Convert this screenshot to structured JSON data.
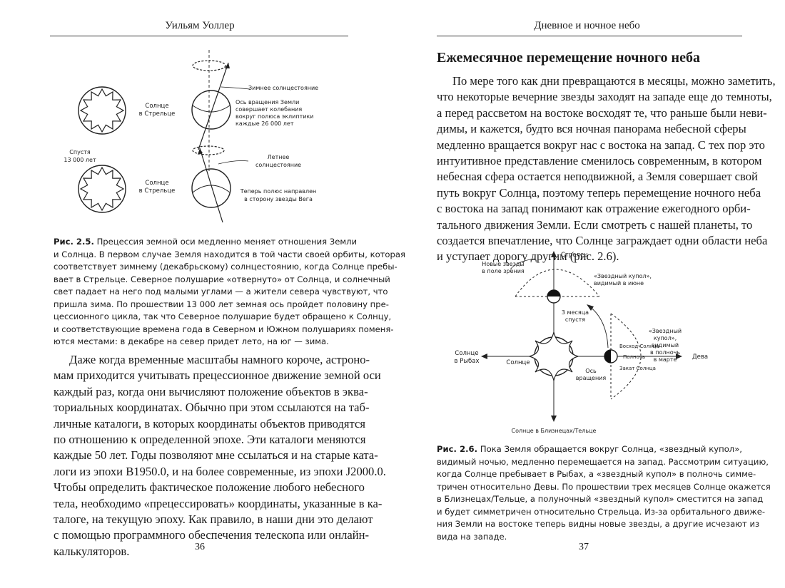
{
  "left_page": {
    "running_head": "Уильям Уоллер",
    "page_number": "36",
    "figure": {
      "label_sun_1": [
        "Солнце",
        "в Стрельце"
      ],
      "label_winter": "Зимнее солнцестояние",
      "label_axis": [
        "Ось вращения Земли",
        "совершает колебания",
        "вокруг полюса эклиптики",
        "каждые 26 000 лет"
      ],
      "label_after": [
        "Спустя",
        "13 000 лет"
      ],
      "label_sun_2": [
        "Солнце",
        "в Стрельце"
      ],
      "label_summer": [
        "Летнее",
        "солнцестояние"
      ],
      "label_vega": [
        "Теперь полюс направлен",
        "в сторону звезды Вега"
      ]
    },
    "caption": {
      "label": "Рис. 2.5.",
      "lines": [
        " Прецессия земной оси медленно меняет отношения Земли",
        "и Солнца. В первом случае Земля находится в той части своей орбиты, которая",
        "соответствует зимнему (декабрьскому) солнцестоянию, когда Солнце пребы-",
        "вает в Стрельце. Северное полушарие «отвернуто» от Солнца, и солнечный",
        "свет падает на него под малыми углами — а жители севера чувствуют, что",
        "пришла зима. По прошествии 13 000 лет земная ось пройдет половину пре-",
        "цессионного цикла, так что Северное полушарие будет обращено к Солнцу,",
        "и соответствующие времена года в Северном и Южном полушариях поменя-",
        "ются местами: в декабре на север придет лето, на юг — зима."
      ]
    },
    "body_lines": [
      "Даже когда временные масштабы намного короче, астроно-",
      "мам приходится учитывать прецессионное движение земной оси",
      "каждый раз, когда они вычисляют положение объектов в эква-",
      "ториальных координатах. Обычно при этом ссылаются на таб-",
      "личные каталоги, в которых координаты объектов приводятся",
      "по отношению к определенной эпохе. Эти каталоги меняются",
      "каждые 50 лет. Годы позволяют мне ссылаться и на старые ката-",
      "логи из эпохи B1950.0, и на более современные, из эпохи J2000.0.",
      "Чтобы определить фактическое положение любого небесного",
      "тела, необходимо «прецессировать» координаты, указанные в ка-",
      "талоге, на текущую эпоху. Как правило, в наши дни это делают",
      "с помощью программного обеспечения телескопа или онлайн-",
      "калькуляторов."
    ]
  },
  "right_page": {
    "running_head": "Дневное и ночное небо",
    "page_number": "37",
    "heading": "Ежемесячное перемещение ночного неба",
    "body_lines": [
      "По мере того как дни превращаются в месяцы, можно заметить,",
      "что некоторые вечерние звезды заходят на западе еще до темноты,",
      "а перед рассветом на востоке восходят те, что раньше были неви-",
      "димы, и кажется, будто вся ночная панорама небесной сферы",
      "медленно вращается вокруг нас с востока на запад. С тех пор это",
      "интуитивное представление сменилось современным, в котором",
      "небесная сфера остается неподвижной, а Земля совершает свой",
      "путь вокруг Солнца, поэтому теперь перемещение ночного неба",
      "с востока на запад понимают как отражение ежегодного орби-",
      "тального движения Земли. Если смотреть с нашей планеты, то",
      "создается впечатление, что Солнце заграждает одни области неба",
      "и уступает дорогу другим (рис. 2.6)."
    ],
    "figure": {
      "sagittarius": "Стрелец",
      "new_stars": [
        "Новые звезды",
        "в поле зрения"
      ],
      "dome_june": [
        "«Звездный купол»,",
        "видимый в июне"
      ],
      "three_months": [
        "3 месяца",
        "спустя"
      ],
      "sunrise": "Восход Солнца",
      "midnight": "Полночь",
      "sunset": "Закат Солнца",
      "dome_march": [
        "«Звездный",
        "купол»,",
        "видимый",
        "в полночь",
        "в марте"
      ],
      "virgo": "Дева",
      "pisces": [
        "Солнце",
        "в Рыбах"
      ],
      "sun": "Солнце",
      "rotation_axis": [
        "Ось",
        "вращения"
      ],
      "gemini_taurus": "Солнце в Близнецах/Тельце"
    },
    "caption": {
      "label": "Рис. 2.6.",
      "lines": [
        " Пока Земля обращается вокруг Солнца, «звездный купол»,",
        "видимый ночью, медленно перемещается на запад. Рассмотрим ситуацию,",
        "когда Солнце пребывает в Рыбах, а «звездный купол» в полночь симме-",
        "тричен относительно Девы. По прошествии трех месяцев Солнце окажется",
        "в Близнецах/Тельце, а полуночный «звездный купол» сместится на запад",
        "и будет симметричен относительно Стрельца. Из-за орбитального движе-",
        "ния Земли на востоке теперь видны новые звезды, а другие исчезают из",
        "вида на западе."
      ]
    }
  }
}
